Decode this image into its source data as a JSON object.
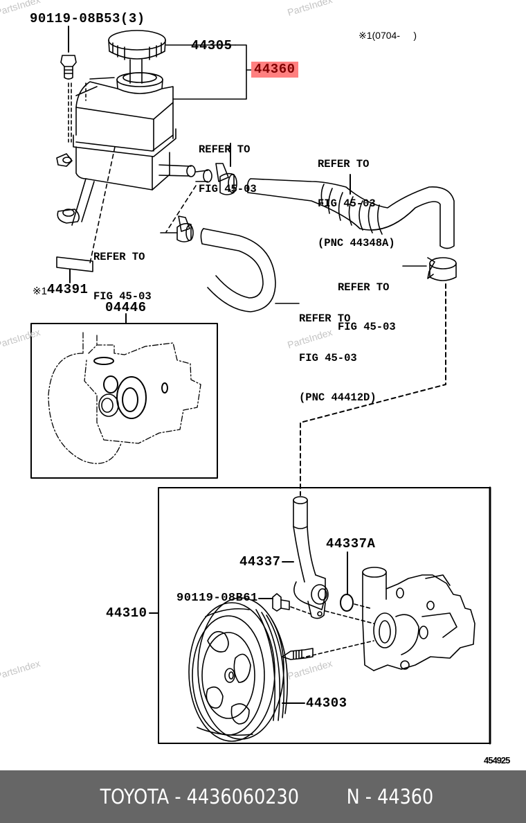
{
  "diagram": {
    "type": "exploded parts diagram",
    "subject": "power steering reservoir and vane pump",
    "note": "※1(0704-     )",
    "image_id": "454925",
    "watermark": "PartsIndex",
    "highlight_color": "#ff8080",
    "labels": {
      "bolt_reservoir": "90119-08B53(3)",
      "cap": "44305",
      "reservoir_assy": "44360",
      "plate_prefix": "※1",
      "plate": "44391",
      "gasket_kit": "04446",
      "pump_assy": "44310",
      "union": "44337",
      "oring": "44337A",
      "bolt_union": "90119-08B61",
      "pulley": "44303"
    },
    "references": [
      {
        "id": "ref-clamp-upper",
        "lines": [
          "REFER TO",
          "FIG 45-03"
        ]
      },
      {
        "id": "ref-hose-upper",
        "lines": [
          "REFER TO",
          "FIG 45-03",
          "(PNC 44348A)"
        ]
      },
      {
        "id": "ref-clamp-lower",
        "lines": [
          "REFER TO",
          "FIG 45-03"
        ]
      },
      {
        "id": "ref-clamp-right",
        "lines": [
          "REFER TO",
          "FIG 45-03"
        ]
      },
      {
        "id": "ref-hose-lower",
        "lines": [
          "REFER TO",
          "FIG 45-03",
          "(PNC 44412D)"
        ]
      }
    ]
  },
  "footer": {
    "brand_part": "TOYOTA - 4436060230",
    "pnc": "N - 44360",
    "background": "#666666"
  }
}
